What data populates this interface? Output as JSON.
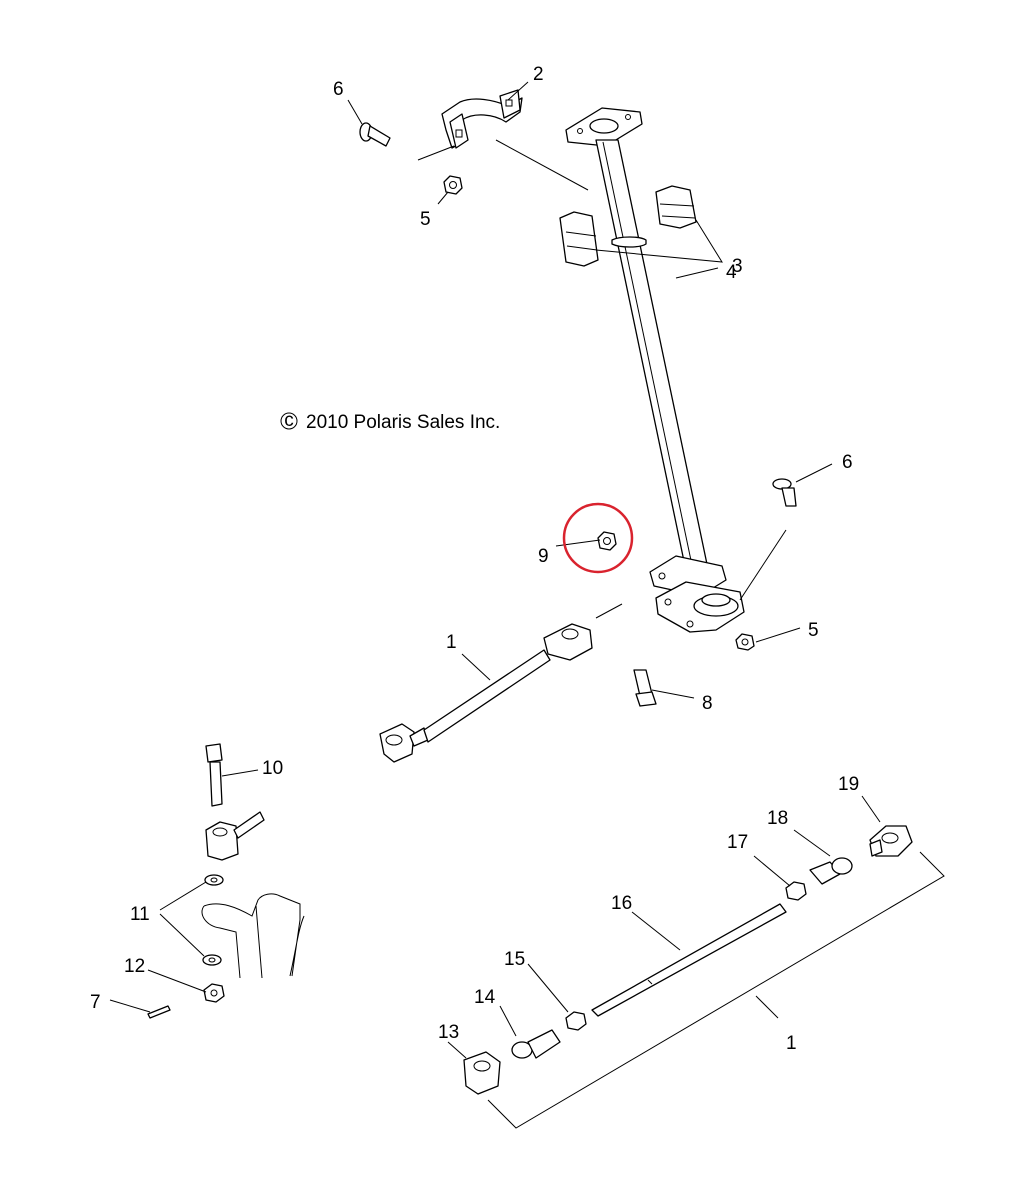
{
  "copyright": {
    "symbol": "c",
    "text": "2010 Polaris Sales Inc."
  },
  "highlight": {
    "color": "#d9232e",
    "target_callout": "9"
  },
  "callouts": {
    "c1_upper": "1",
    "c1_lower": "1",
    "c2": "2",
    "c3": "3",
    "c4": "4",
    "c5_upper": "5",
    "c5_lower": "5",
    "c6_upper": "6",
    "c6_lower": "6",
    "c7": "7",
    "c8": "8",
    "c9": "9",
    "c10": "10",
    "c11": "11",
    "c12": "12",
    "c13": "13",
    "c14": "14",
    "c15": "15",
    "c16": "16",
    "c17": "17",
    "c18": "18",
    "c19": "19"
  }
}
